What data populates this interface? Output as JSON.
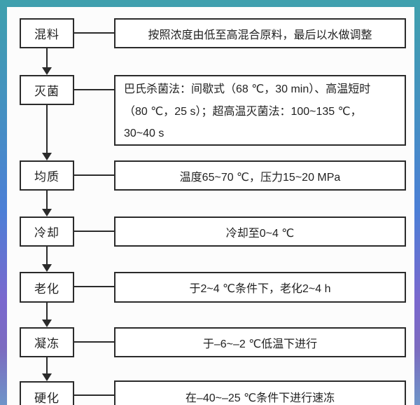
{
  "flow": {
    "steps": [
      {
        "label": "混料",
        "desc": "按照浓度由低至高混合原料，最后以水做调整"
      },
      {
        "label": "灭菌",
        "desc_lines": [
          "巴氏杀菌法：间歇式（68 ℃，30 min）、高温短时",
          "（80 ℃，25 s）；超高温灭菌法：100~135 ℃，",
          "30~40 s"
        ]
      },
      {
        "label": "均质",
        "desc": "温度65~70 ℃，压力15~20 MPa"
      },
      {
        "label": "冷却",
        "desc": "冷却至0~4 ℃"
      },
      {
        "label": "老化",
        "desc": "于2~4 ℃条件下，老化2~4 h"
      },
      {
        "label": "凝冻",
        "desc": "于–6~–2 ℃低温下进行"
      },
      {
        "label": "硬化",
        "desc": "在–40~–25 ℃条件下进行速冻"
      }
    ]
  },
  "colors": {
    "frame_gradient_top": "#3FA0AD",
    "frame_gradient_blue": "#4C7FD6",
    "frame_gradient_purple": "#7A68CE",
    "frame_gradient_bottom": "#6E94C8",
    "panel_background": "#FCFCFC",
    "line": "#2B2B2B",
    "text": "#222222"
  }
}
